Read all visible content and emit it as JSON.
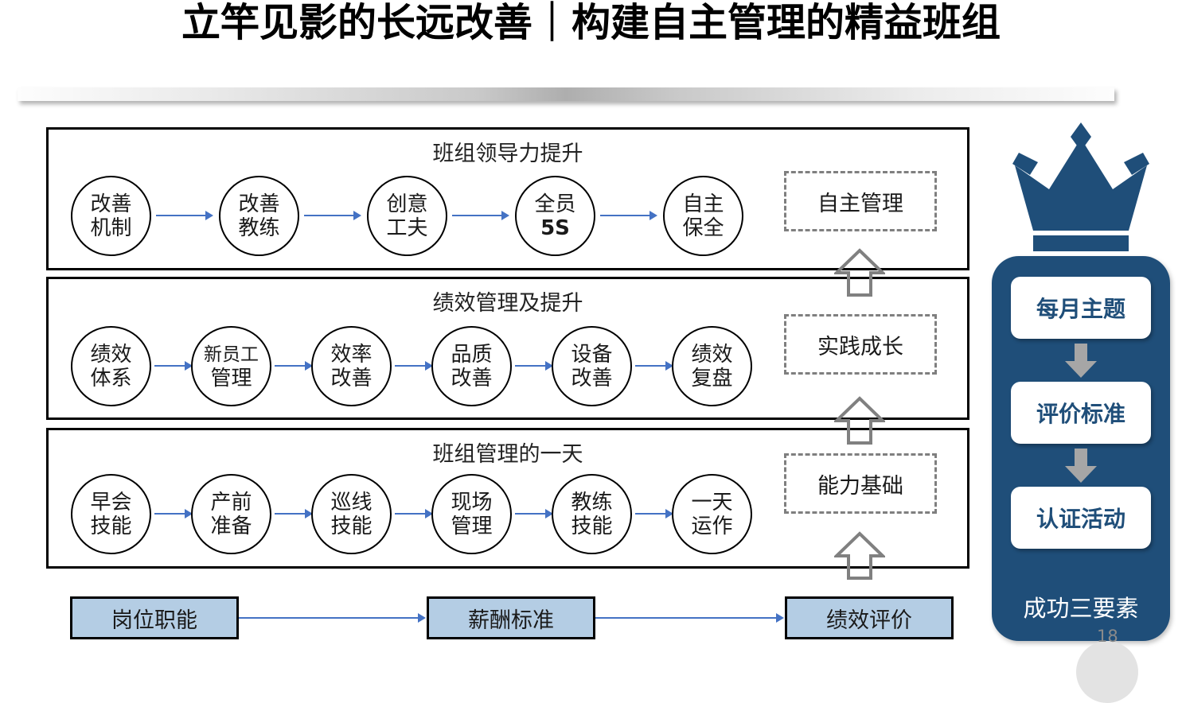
{
  "slide": {
    "title": "立竿见影的长远改善｜构建自主管理的精益班组",
    "page_number": "18",
    "colors": {
      "arrow_blue": "#4472C4",
      "panel_navy": "#1F4E79",
      "box_light_blue": "#B4CDE4",
      "dashed_gray": "#7F7F7F",
      "gray_arrow": "#A6A6A6"
    }
  },
  "rows": [
    {
      "title": "班组领导力提升",
      "nodes": [
        {
          "line1": "改善",
          "line2": "机制"
        },
        {
          "line1": "改善",
          "line2": "教练"
        },
        {
          "line1": "创意",
          "line2": "工夫"
        },
        {
          "line1": "全员",
          "line2": "5S"
        },
        {
          "line1": "自主",
          "line2": "保全"
        }
      ],
      "result": "自主管理"
    },
    {
      "title": "绩效管理及提升",
      "nodes": [
        {
          "line1": "绩效",
          "line2": "体系"
        },
        {
          "line1": "新员工",
          "line2": "管理"
        },
        {
          "line1": "效率",
          "line2": "改善"
        },
        {
          "line1": "品质",
          "line2": "改善"
        },
        {
          "line1": "设备",
          "line2": "改善"
        },
        {
          "line1": "绩效",
          "line2": "复盘"
        }
      ],
      "result": "实践成长"
    },
    {
      "title": "班组管理的一天",
      "nodes": [
        {
          "line1": "早会",
          "line2": "技能"
        },
        {
          "line1": "产前",
          "line2": "准备"
        },
        {
          "line1": "巡线",
          "line2": "技能"
        },
        {
          "line1": "现场",
          "line2": "管理"
        },
        {
          "line1": "教练",
          "line2": "技能"
        },
        {
          "line1": "一天",
          "line2": "运作"
        }
      ],
      "result": "能力基础"
    }
  ],
  "bottom_flow": {
    "boxes": [
      "岗位职能",
      "薪酬标准",
      "绩效评价"
    ]
  },
  "right_panel": {
    "cards": [
      "每月主题",
      "评价标准",
      "认证活动"
    ],
    "label": "成功三要素"
  }
}
